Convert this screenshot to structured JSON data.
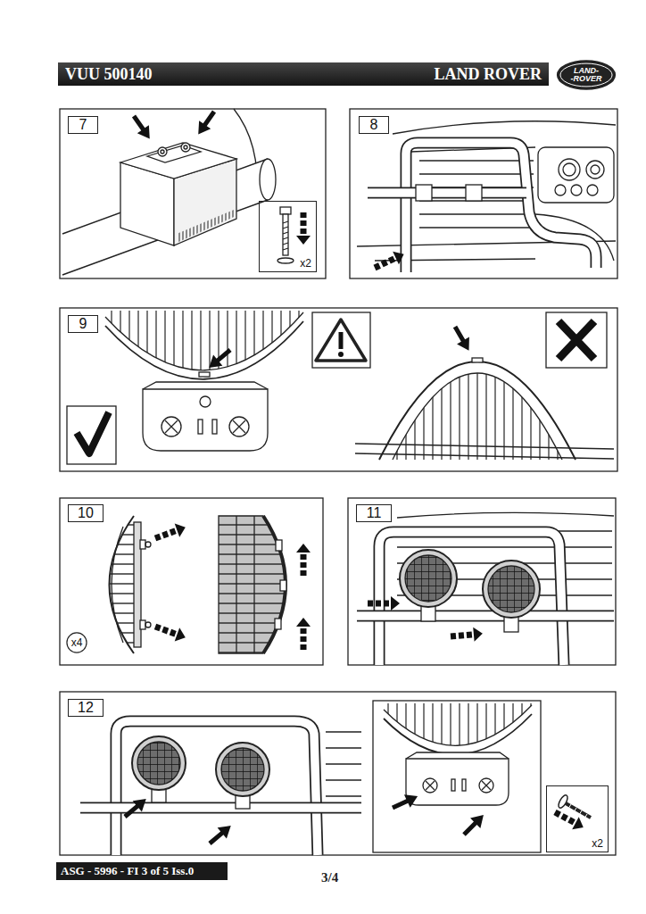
{
  "diagram": {
    "nodes": [
      {
        "text": [
          "VUU 500140",
          "LAND ROVER"
        ]
      },
      {
        "text": [
          "LAND-",
          "-ROVER"
        ]
      },
      {
        "text": [
          "7"
        ]
      },
      {
        "text": [
          "x2"
        ]
      },
      {
        "text": [
          "8"
        ]
      },
      {
        "text": [
          "9"
        ]
      },
      {
        "text": [
          "10"
        ]
      },
      {
        "text": [
          "x4"
        ]
      },
      {
        "text": [
          "11"
        ]
      },
      {
        "text": [
          "12"
        ]
      },
      {
        "text": [
          "x2"
        ]
      },
      {
        "text": [
          "ASG - 5996 - FI 3 of 5 Iss.0"
        ]
      }
    ],
    "labels": [
      "3/4"
    ]
  }
}
